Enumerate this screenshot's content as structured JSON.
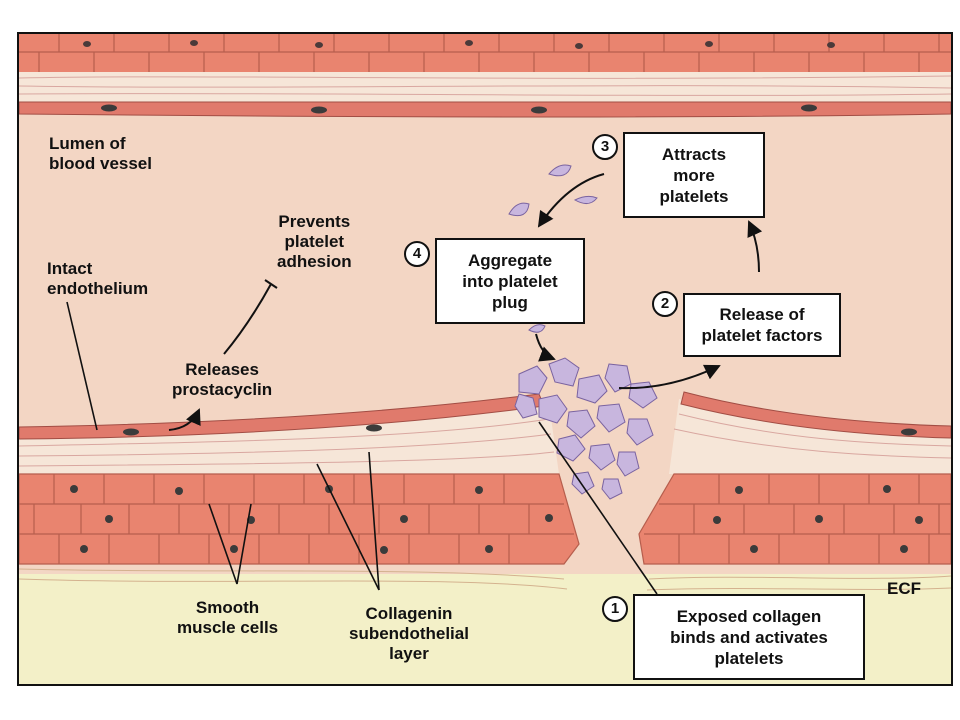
{
  "labels": {
    "lumen": [
      "Lumen of",
      "blood vessel"
    ],
    "intact": [
      "Intact",
      "endothelium"
    ],
    "prevents": [
      "Prevents",
      "platelet",
      "adhesion"
    ],
    "releases": [
      "Releases",
      "prostacyclin"
    ],
    "smooth": [
      "Smooth",
      "muscle cells"
    ],
    "collagen": [
      "Collagenin",
      "subendothelial",
      "layer"
    ],
    "ecf": "ECF"
  },
  "steps": [
    {
      "num": "1",
      "lines": [
        "Exposed collagen",
        "binds and activates",
        "platelets"
      ]
    },
    {
      "num": "2",
      "lines": [
        "Release of",
        "platelet factors"
      ]
    },
    {
      "num": "3",
      "lines": [
        "Attracts",
        "more",
        "platelets"
      ]
    },
    {
      "num": "4",
      "lines": [
        "Aggregate",
        "into platelet",
        "plug"
      ]
    }
  ],
  "colors": {
    "lumen": "#f3d6c4",
    "muscle": "#e9846f",
    "endothelium": "#e07a6c",
    "collagen_band": "#f6e6d8",
    "ecf": "#f3f0c8",
    "platelet": "#c8b6de"
  }
}
